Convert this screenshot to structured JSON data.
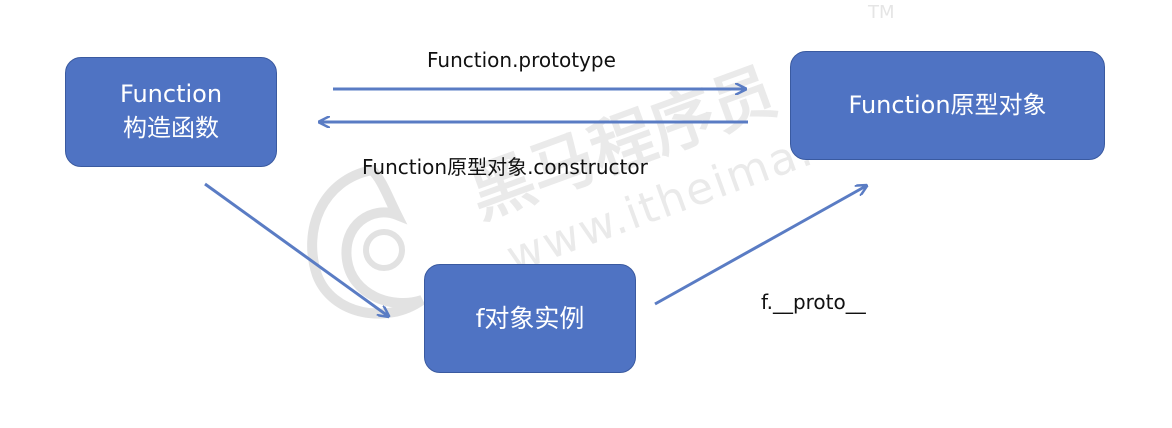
{
  "watermark": {
    "brand_cn": "黑马程序员",
    "url": "www.itheima.com",
    "trademark": "TM"
  },
  "nodes": {
    "constructor": {
      "line1": "Function",
      "line2": "构造函数"
    },
    "prototype_object": {
      "label": "Function原型对象"
    },
    "instance": {
      "label": "f对象实例"
    }
  },
  "edges": {
    "prototype": "Function.prototype",
    "constructor": "Function原型对象.constructor",
    "proto": "f.__proto__"
  },
  "colors": {
    "node_fill": "#4f73c3",
    "arrow": "#5a7cc4",
    "watermark": "#d9d9d9"
  }
}
